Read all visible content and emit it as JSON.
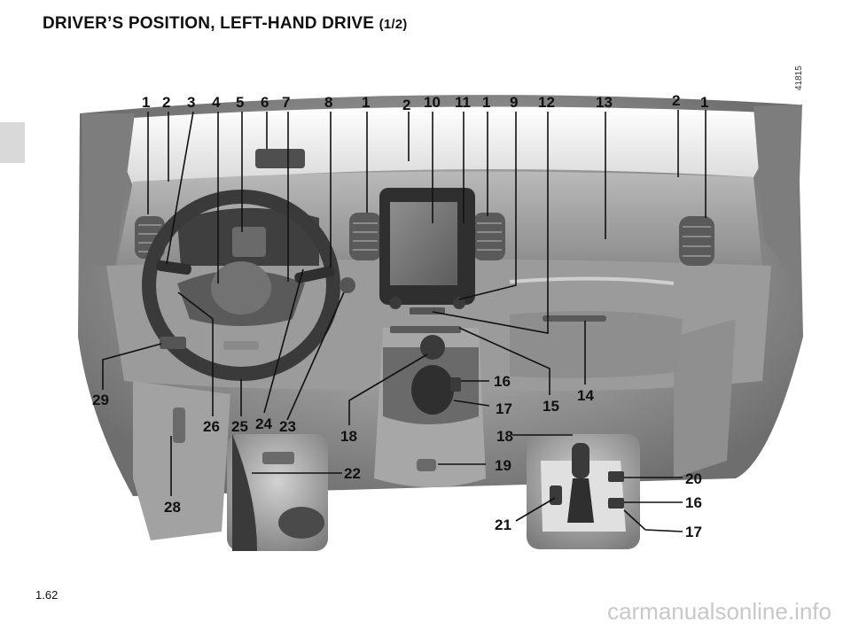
{
  "page": {
    "title": "DRIVER’S POSITION, LEFT-HAND DRIVE ",
    "title_part": "(1/2)",
    "figure_code": "41815",
    "page_number": "1.62",
    "watermark": "carmanualsonline.info"
  },
  "callouts": {
    "top": [
      "1",
      "2",
      "3",
      "4",
      "5",
      "6",
      "7",
      "8",
      "1",
      "2",
      "10",
      "11",
      "1",
      "9",
      "12",
      "13",
      "2",
      "1"
    ],
    "bottom": [
      "29",
      "26",
      "25",
      "24",
      "23",
      "18",
      "22",
      "28",
      "16",
      "17",
      "15",
      "14",
      "18",
      "19",
      "20",
      "16",
      "17",
      "21"
    ]
  }
}
